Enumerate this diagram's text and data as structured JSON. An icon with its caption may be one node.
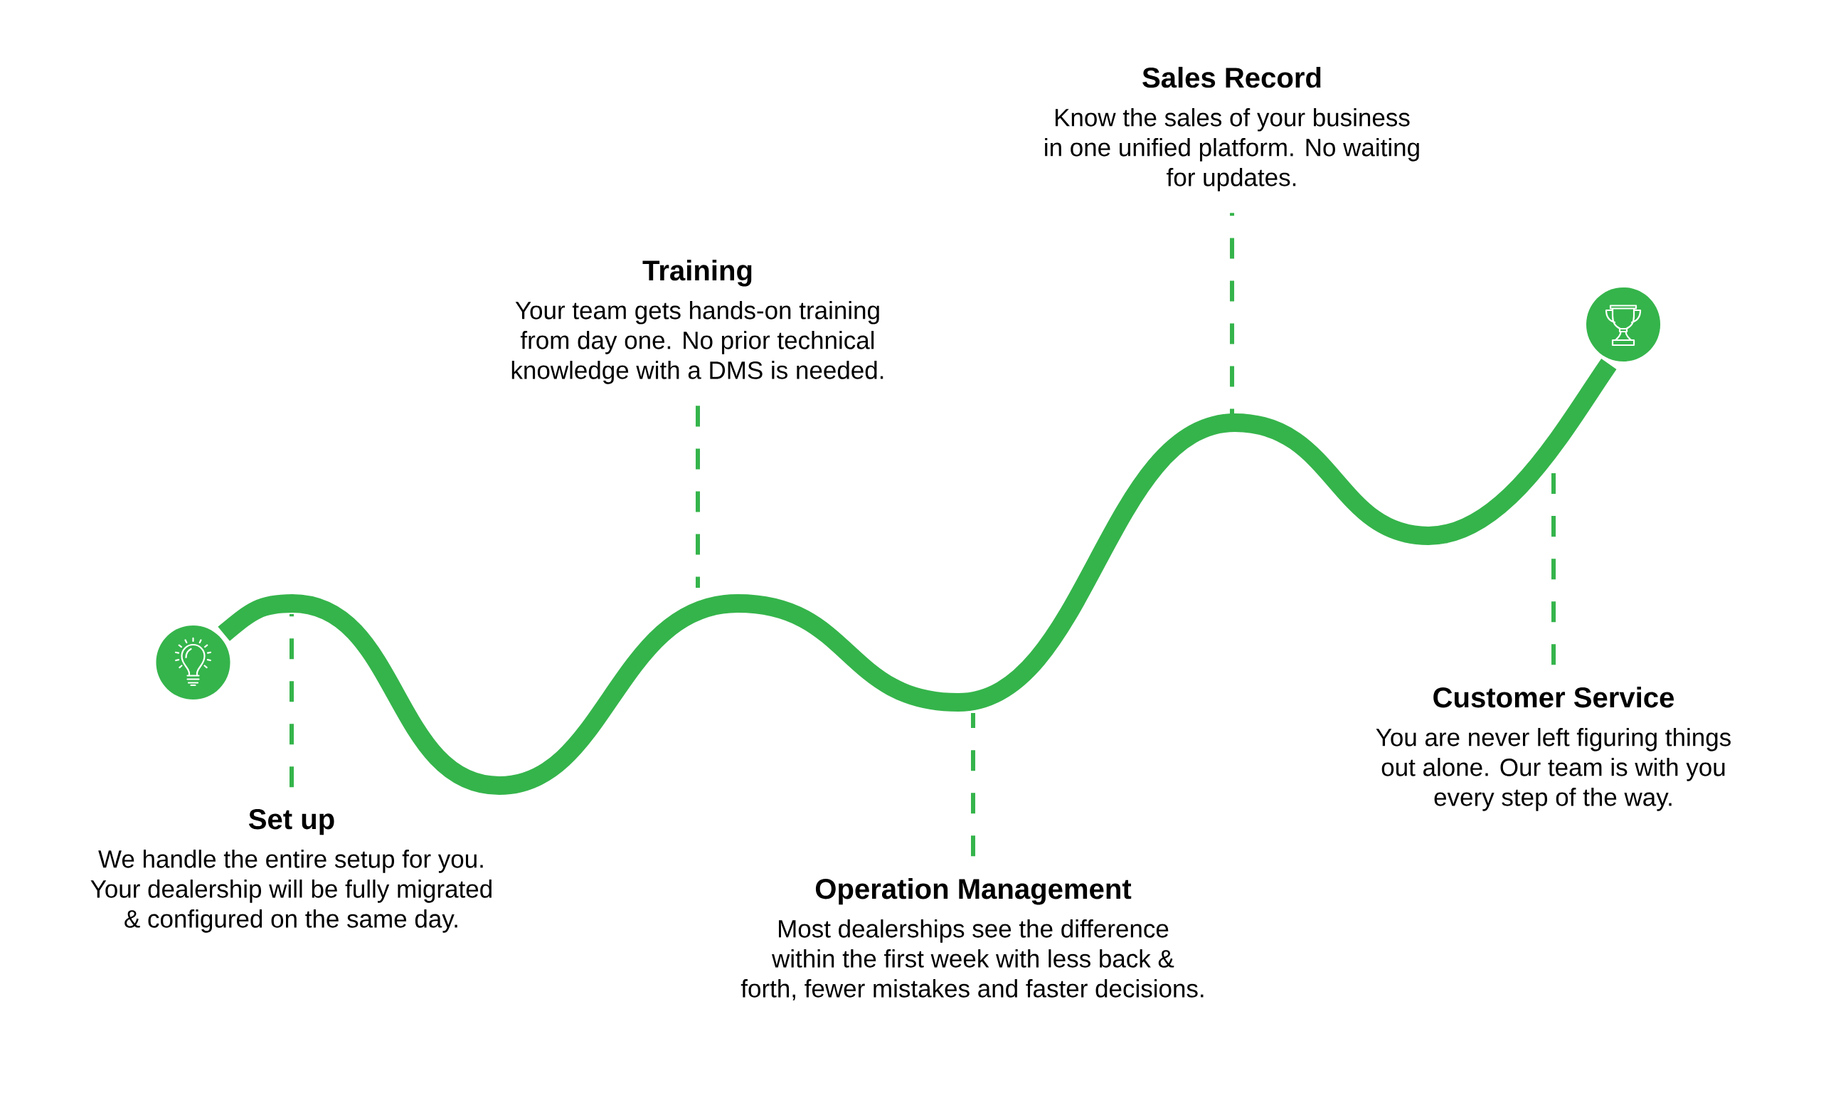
{
  "diagram": {
    "nodes": [
      {
        "text": [],
        "shape": "circle"
      },
      {
        "text": [
          "Set up",
          "We handle the entire setup for you. Your dealership will be fully migrated & configured on the same day."
        ]
      },
      {
        "text": [
          "Training",
          "Your team gets hands-on training from day one. No prior technical knowledge with a DMS is needed."
        ]
      },
      {
        "text": [
          "Operation Management",
          "Most dealerships see the difference within the first week with less back & forth, fewer mistakes and faster decisions."
        ]
      },
      {
        "text": [
          "Sales Record",
          "Know the sales of your business in one unified platform. No waiting for updates."
        ]
      },
      {
        "text": [
          "Customer Service",
          "You are never left figuring things out alone. Our team is with you every step of the way."
        ]
      },
      {
        "text": [],
        "shape": "circle"
      }
    ],
    "edges": [
      {
        "from": 0,
        "to": 6,
        "arrow": "none",
        "style": "thick"
      },
      {
        "from": 1,
        "to": null,
        "arrow": "none",
        "style": "dashed"
      },
      {
        "from": 2,
        "to": null,
        "arrow": "none",
        "style": "dashed"
      },
      {
        "from": 3,
        "to": null,
        "arrow": "none",
        "style": "dashed"
      },
      {
        "from": 4,
        "to": null,
        "arrow": "none",
        "style": "dashed"
      },
      {
        "from": 5,
        "to": null,
        "arrow": "none",
        "style": "dashed"
      }
    ]
  }
}
